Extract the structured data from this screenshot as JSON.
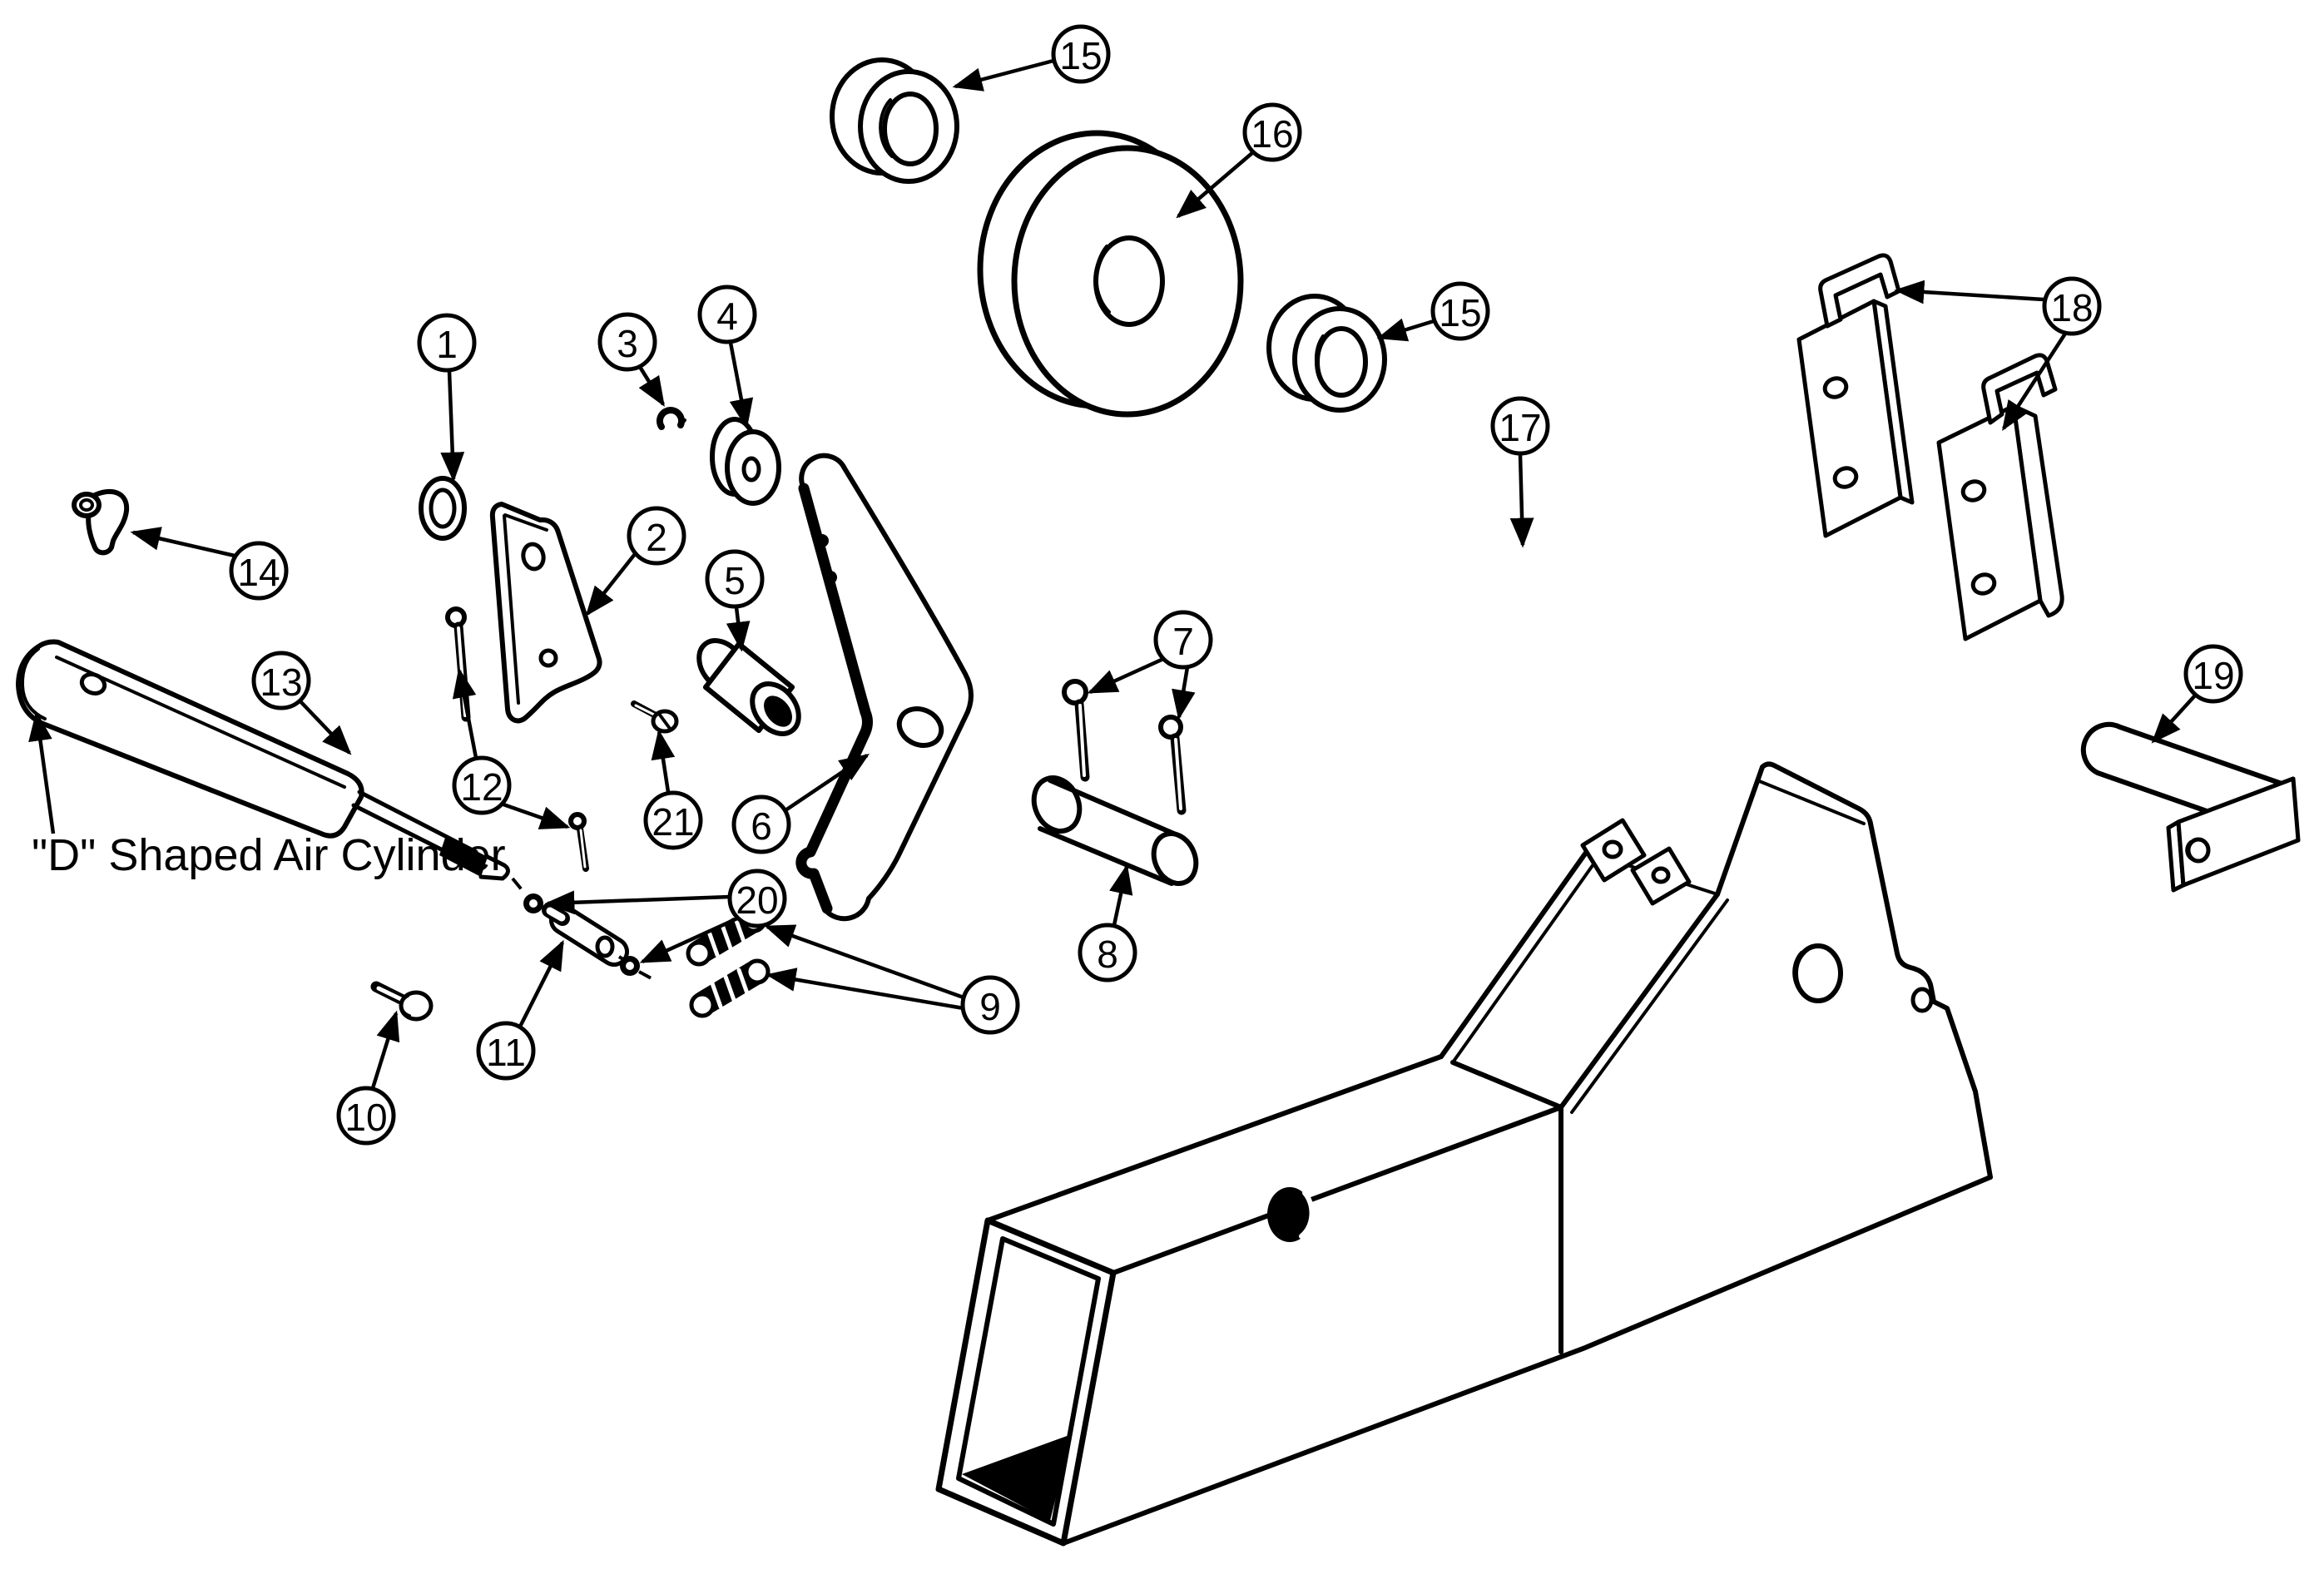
{
  "diagram": {
    "kind": "exploded-parts-line-drawing",
    "background": "#ffffff",
    "line_color": "#000000",
    "annotation": {
      "air_cylinder_label": "\"D\" Shaped Air Cylinder"
    },
    "callouts": {
      "c1": "1",
      "c2": "2",
      "c3": "3",
      "c4": "4",
      "c5": "5",
      "c6": "6",
      "c7": "7",
      "c8": "8",
      "c9": "9",
      "c10": "10",
      "c11": "11",
      "c12": "12",
      "c13": "13",
      "c14": "14",
      "c15a": "15",
      "c15b": "15",
      "c16": "16",
      "c17": "17",
      "c18": "18",
      "c19": "19",
      "c20": "20",
      "c21": "21"
    }
  }
}
